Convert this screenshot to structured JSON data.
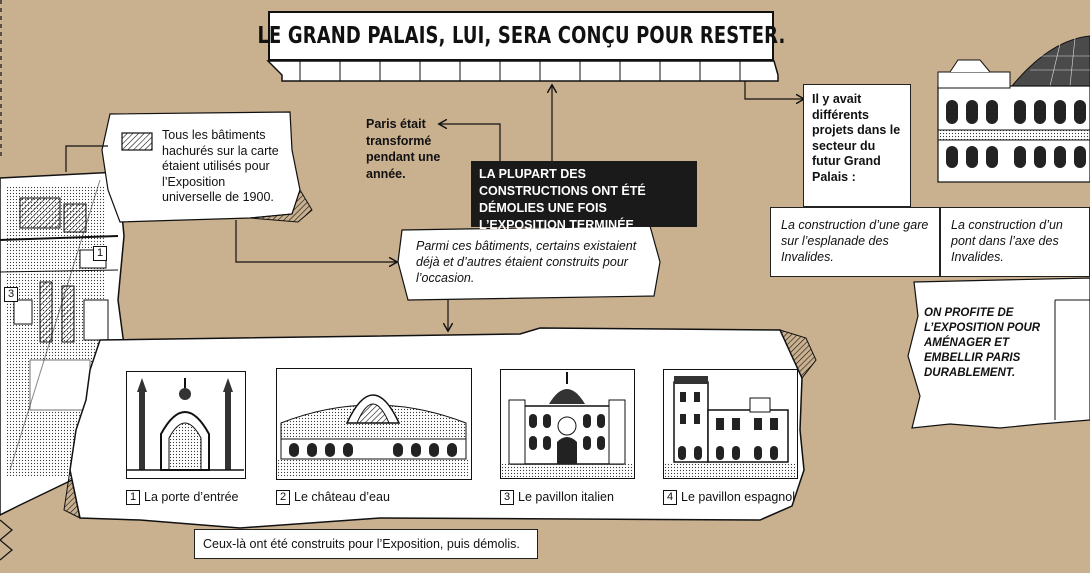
{
  "title": "LE GRAND PALAIS, LUI, SERA CONÇU POUR RESTER.",
  "legend_text": "Tous les bâtiments hachurés sur la carte étaient utilisés pour l’Exposition universelle de 1900.",
  "paris_note": "Paris était transformé pendant une année.",
  "demolished_note": "LA PLUPART DES CONSTRUCTIONS ONT ÉTÉ DÉMOLIES UNE FOIS L’EXPOSITION TERMINÉE.",
  "existing_note": "Parmi ces bâtiments, certains existaient déjà et d’autres étaient construits pour l’occasion.",
  "projects_note": "Il y avait différents projets dans le secteur du futur Grand Palais :",
  "project_1": "La construction d’une gare sur l’esplanade des Invalides.",
  "project_2": "La construction d’un pont dans l’axe des Invalides.",
  "durable_note": "ON PROFITE DE L’EXPOSITION POUR AMÉNAGER ET EMBELLIR PARIS DURABLEMENT.",
  "map_markers": [
    "1",
    "3"
  ],
  "buildings": [
    {
      "num": "1",
      "label": "La porte d’entrée",
      "icon": "gate-illustration"
    },
    {
      "num": "2",
      "label": "Le château d’eau",
      "icon": "water-castle-illustration"
    },
    {
      "num": "3",
      "label": "Le pavillon italien",
      "icon": "italian-pavilion-illustration"
    },
    {
      "num": "4",
      "label": "Le pavillon espagnol",
      "icon": "spanish-pavilion-illustration"
    }
  ],
  "built_note": "Ceux-là ont été construits pour l’Exposition, puis démolis.",
  "colors": {
    "background": "#c9b08f",
    "ink": "#111111",
    "paper": "#ffffff",
    "dark_box": "#1a1a1a"
  }
}
